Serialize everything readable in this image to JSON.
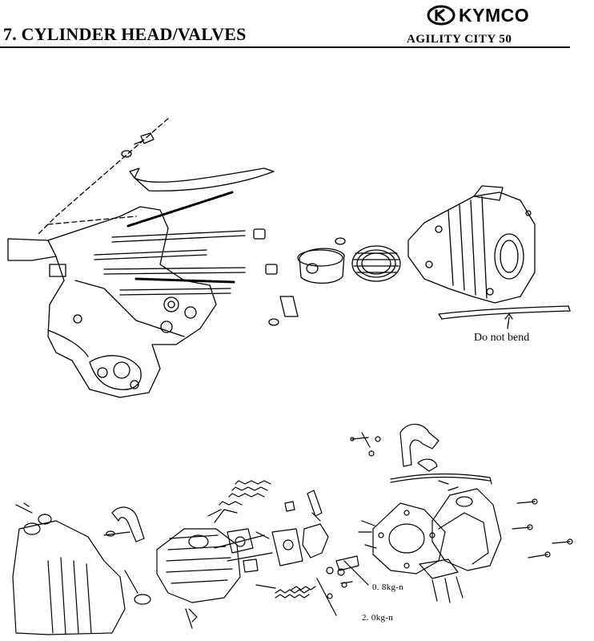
{
  "header": {
    "title": "7. CYLINDER HEAD/VALVES",
    "model": "AGILITY CITY 50",
    "brand": "KYMCO"
  },
  "upper_diagram": {
    "note": "Do not bend"
  },
  "lower_diagram": {
    "torque_1": "0. 8kg-n",
    "torque_2": "2. 0kg-n"
  }
}
